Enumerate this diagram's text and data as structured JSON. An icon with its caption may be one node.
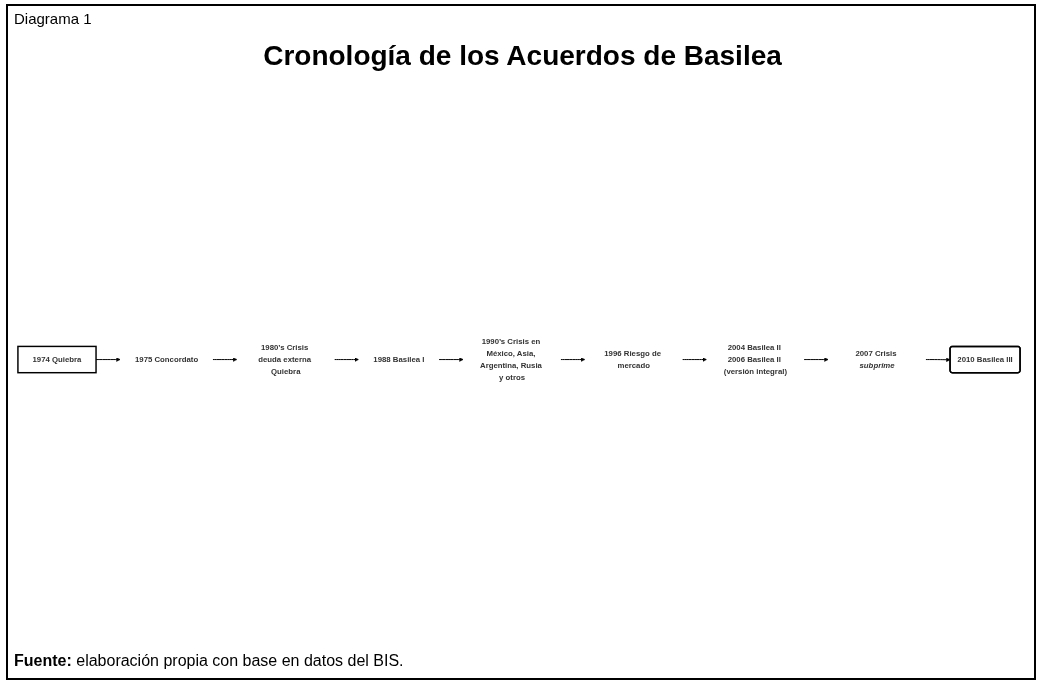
{
  "diagram": {
    "title": "Cronología de los Acuerdos de Basilea",
    "caption": "**Fuente:** elaboración propia con base en datos del BIS.",
    "nodes": [
      {
        "text": [
          "1974 Quiebra"
        ]
      },
      {
        "text": [
          "1975 Concordato"
        ]
      },
      {
        "text": [
          "1980’s Crisis deuda externa Quiebra"
        ]
      },
      {
        "text": [
          "1988 Basilea I"
        ]
      },
      {
        "text": [
          "1990’s Crisis en México, Asia, Argentina, Rusia y otros"
        ]
      },
      {
        "text": [
          "1996 Riesgo de mercado"
        ]
      },
      {
        "text": [
          "2004 Basilea II 2006 Basilea II (versión integral)"
        ]
      },
      {
        "text": [
          "2007 Crisis *subprime*"
        ]
      },
      {
        "text": [
          "2010 Basilea III"
        ]
      }
    ],
    "edges": [
      {
        "from": 0,
        "to": 1,
        "arrow": "to"
      },
      {
        "from": 1,
        "to": 2,
        "arrow": "to"
      },
      {
        "from": 2,
        "to": 3,
        "arrow": "to"
      },
      {
        "from": 3,
        "to": 4,
        "arrow": "to"
      },
      {
        "from": 4,
        "to": 5,
        "arrow": "to"
      },
      {
        "from": 5,
        "to": 6,
        "arrow": "to"
      },
      {
        "from": 6,
        "to": 7,
        "arrow": "to"
      },
      {
        "from": 7,
        "to": 8,
        "arrow": "to"
      }
    ],
    "labels": [
      "Diagrama 1"
    ]
  }
}
